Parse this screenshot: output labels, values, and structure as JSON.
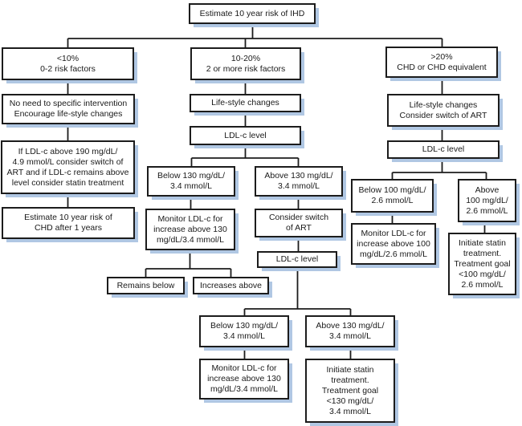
{
  "colors": {
    "background": "#ffffff",
    "box_fill": "#ffffff",
    "box_border": "#1c1c1c",
    "box_shadow": "#b0c7e3",
    "connector": "#1c1c1c",
    "text": "#1a1a1a"
  },
  "nodes": {
    "estimate": {
      "text": "Estimate 10 year risk of IHD"
    },
    "low": {
      "text": "<10%\n0-2 risk factors"
    },
    "low_action": {
      "text": "No need to specific intervention\nEncourage life-style changes"
    },
    "low_ldl190": {
      "text": "If LDL-c above 190 mg/dL/\n4.9 mmol/L consider switch of\nART and if LDL-c remains above\nlevel consider statin treatment"
    },
    "low_reestimate": {
      "text": "Estimate 10 year risk of\nCHD after 1 years"
    },
    "mid": {
      "text": "10-20%\n2 or more risk factors"
    },
    "mid_lifestyle": {
      "text": "Life-style changes"
    },
    "mid_ldl": {
      "text": "LDL-c level"
    },
    "mid_below130": {
      "text": "Below 130 mg/dL/\n3.4 mmol/L"
    },
    "mid_above130": {
      "text": "Above 130 mg/dL/\n3.4 mmol/L"
    },
    "mid_monitor": {
      "text": "Monitor LDL-c for\nincrease above 130\nmg/dL/3.4 mmol/L"
    },
    "mid_switch": {
      "text": "Consider switch\nof ART"
    },
    "mid_ldl2": {
      "text": "LDL-c level"
    },
    "remains_below": {
      "text": "Remains below"
    },
    "increases_above": {
      "text": "Increases above"
    },
    "re_below130": {
      "text": "Below 130 mg/dL/\n3.4 mmol/L"
    },
    "re_above130": {
      "text": "Above 130 mg/dL/\n3.4 mmol/L"
    },
    "re_monitor": {
      "text": "Monitor LDL-c for\nincrease above 130\nmg/dL/3.4 mmol/L"
    },
    "re_statin": {
      "text": "Initiate statin\ntreatment.\nTreatment goal\n<130 mg/dL/\n3.4 mmol/L"
    },
    "high": {
      "text": ">20%\nCHD or CHD equivalent"
    },
    "high_lifestyle": {
      "text": "Life-style changes\nConsider switch of ART"
    },
    "high_ldl": {
      "text": "LDL-c level"
    },
    "high_below100": {
      "text": "Below 100 mg/dL/\n2.6 mmol/L"
    },
    "high_above100": {
      "text": "Above\n100 mg/dL/\n2.6 mmol/L"
    },
    "high_monitor": {
      "text": "Monitor LDL-c for\nincrease above 100\nmg/dL/2.6 mmol/L"
    },
    "high_statin": {
      "text": "Initiate statin\ntreatment.\nTreatment goal\n<100 mg/dL/\n2.6 mmol/L"
    }
  }
}
